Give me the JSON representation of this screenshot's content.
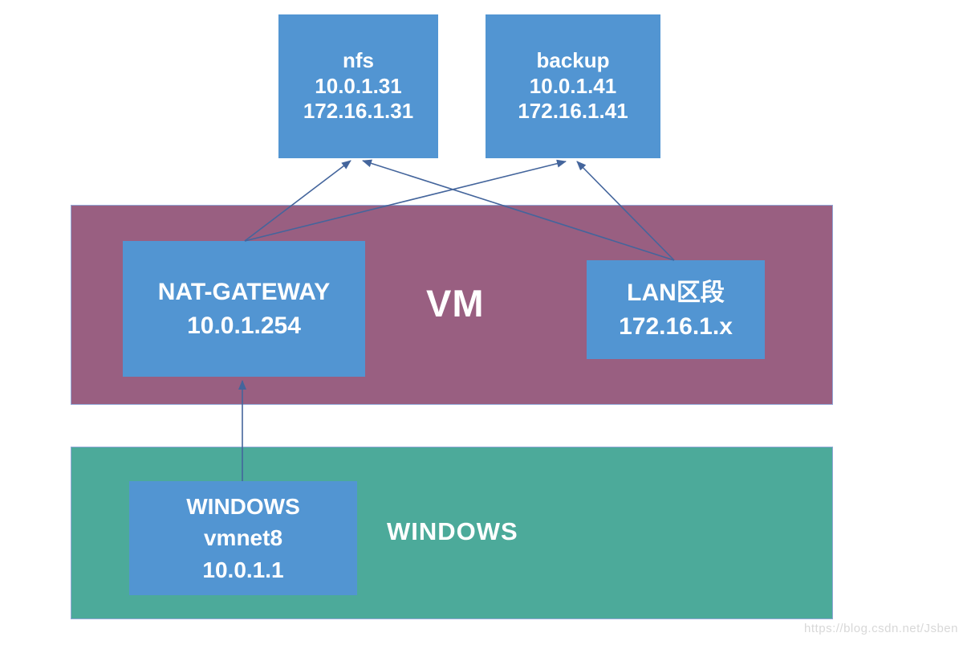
{
  "diagram": {
    "bands": {
      "vm": {
        "label": "VM"
      },
      "windows": {
        "label": "WINDOWS"
      }
    },
    "nodes": {
      "nfs": {
        "line1": "nfs",
        "line2": "10.0.1.31",
        "line3": "172.16.1.31"
      },
      "backup": {
        "line1": "backup",
        "line2": "10.0.1.41",
        "line3": "172.16.1.41"
      },
      "nat_gateway": {
        "line1": "NAT-GATEWAY",
        "line2": "10.0.1.254"
      },
      "lan_segment": {
        "line1": "LAN区段",
        "line2": "172.16.1.x"
      },
      "windows_vmnet8": {
        "line1": "WINDOWS",
        "line2": "vmnet8",
        "line3": "10.0.1.1"
      }
    },
    "edges": [
      {
        "from": "nat-gateway",
        "to": "nfs"
      },
      {
        "from": "nat-gateway",
        "to": "backup"
      },
      {
        "from": "lan-segment",
        "to": "nfs"
      },
      {
        "from": "lan-segment",
        "to": "backup"
      },
      {
        "from": "windows-vmnet8",
        "to": "nat-gateway"
      }
    ],
    "colors": {
      "node_blue": "#5295d2",
      "vm_band": "#995f81",
      "windows_band": "#4caa9a",
      "band_border": "#92a7d7",
      "arrow": "#44659c",
      "text": "#ffffff",
      "watermark": "#d8d8d8"
    }
  },
  "watermark": {
    "text": "https://blog.csdn.net/Jsben"
  }
}
